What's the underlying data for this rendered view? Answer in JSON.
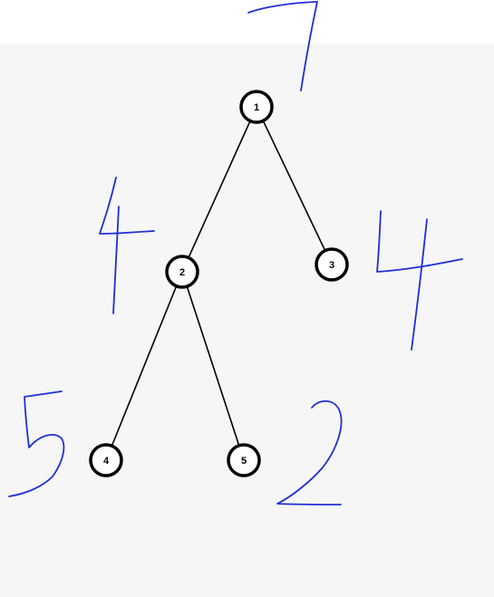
{
  "colors": {
    "background": "#f6f6f6",
    "header_strip": "#ffffff",
    "node_stroke": "#000000",
    "node_fill": "#ffffff",
    "edge": "#000000",
    "handwriting": "#1f2fd6"
  },
  "tree": {
    "nodes": [
      {
        "id": "1",
        "label": "1"
      },
      {
        "id": "2",
        "label": "2"
      },
      {
        "id": "3",
        "label": "3"
      },
      {
        "id": "4",
        "label": "4"
      },
      {
        "id": "5",
        "label": "5"
      }
    ],
    "edges": [
      {
        "from": "1",
        "to": "2"
      },
      {
        "from": "1",
        "to": "3"
      },
      {
        "from": "2",
        "to": "4"
      },
      {
        "from": "2",
        "to": "5"
      }
    ]
  },
  "annotations": [
    {
      "node": "1",
      "text": "7",
      "style": "handwritten"
    },
    {
      "node": "2",
      "text": "4",
      "style": "handwritten"
    },
    {
      "node": "3",
      "text": "4",
      "style": "handwritten"
    },
    {
      "node": "4",
      "text": "5",
      "style": "handwritten"
    },
    {
      "node": "5",
      "text": "2",
      "style": "handwritten"
    }
  ]
}
